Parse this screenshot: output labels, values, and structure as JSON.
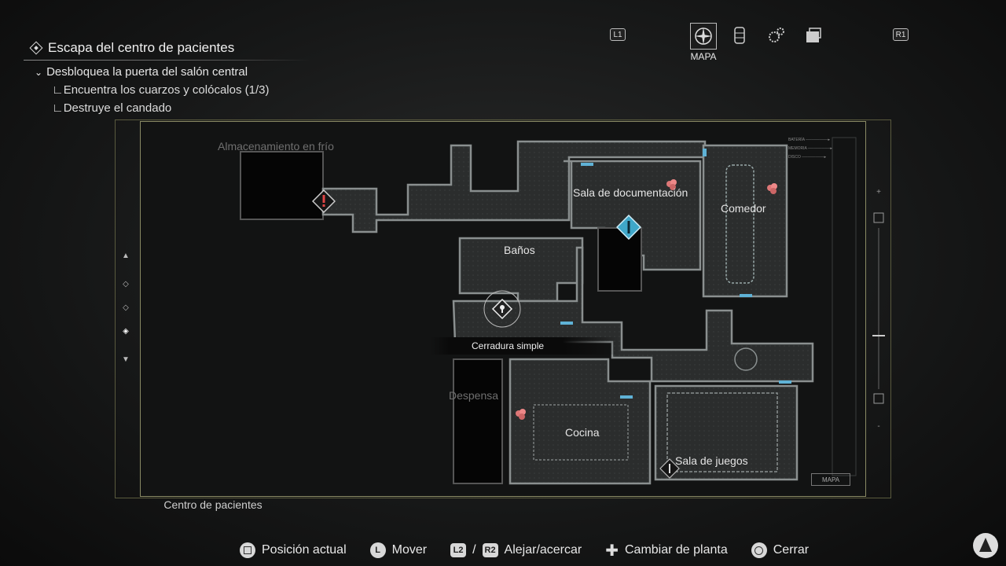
{
  "objectives": {
    "main": "Escapa del centro de pacientes",
    "sub": "Desbloquea la puerta del salón central",
    "steps": [
      "Encuentra los cuarzos y colócalos (1/3)",
      "Destruye el candado"
    ]
  },
  "tabs": {
    "left_bumper": "L1",
    "right_bumper": "R1",
    "items": [
      {
        "name": "map",
        "icon": "compass-icon",
        "active": true
      },
      {
        "name": "inventory",
        "icon": "inventory-icon",
        "active": false
      },
      {
        "name": "settings",
        "icon": "gears-icon",
        "active": false
      },
      {
        "name": "files",
        "icon": "files-icon",
        "active": false
      }
    ],
    "active_label": "MAPA"
  },
  "map": {
    "rooms": {
      "almacenamiento": "Almacenamiento en frío",
      "documentacion": "Sala de documentación",
      "comedor": "Comedor",
      "banos": "Baños",
      "despensa": "Despensa",
      "cocina": "Cocina",
      "juegos": "Sala de juegos"
    },
    "tooltip": "Cerradura simple",
    "area_name": "Centro de pacientes",
    "mini_label": "MAPA",
    "stats": [
      "BATERÍA",
      "MEMORIA",
      "DISCO"
    ]
  },
  "controls": {
    "position": {
      "button": "square",
      "label": "Posición actual"
    },
    "move": {
      "button": "L",
      "label": "Mover"
    },
    "zoom": {
      "buttons": [
        "L2",
        "R2"
      ],
      "separator": "/",
      "label": "Alejar/acercar"
    },
    "floor": {
      "button": "dpad",
      "label": "Cambiar de planta"
    },
    "close": {
      "button": "circle",
      "label": "Cerrar"
    }
  },
  "colors": {
    "accent": "#3fa7c9",
    "door": "#5fb2d6",
    "alert": "#e04545",
    "frame": "#8a8a64"
  }
}
